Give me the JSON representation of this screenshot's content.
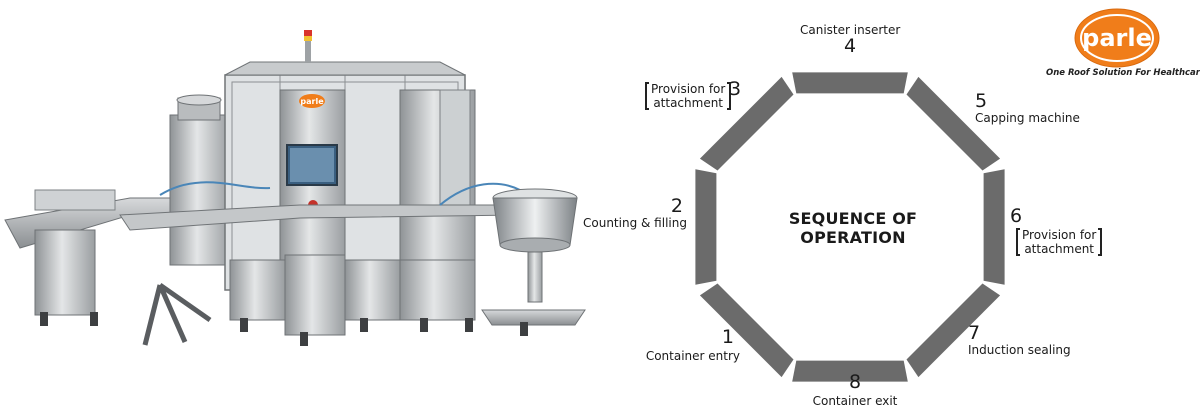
{
  "brand": {
    "logo_text": "parle",
    "tagline": "One Roof Solution For Healthcare",
    "accent_color": "#f07d1a"
  },
  "diagram": {
    "title": "SEQUENCE OF OPERATION",
    "octagon_color": "#6b6b6b",
    "steps": [
      {
        "number": "1",
        "label": "Container entry"
      },
      {
        "number": "2",
        "label": "Counting & filling"
      },
      {
        "number": "3",
        "label_line1": "Provision for",
        "label_line2": "attachment"
      },
      {
        "number": "4",
        "label": "Canister inserter"
      },
      {
        "number": "5",
        "label": "Capping machine"
      },
      {
        "number": "6",
        "label_line1": "Provision for",
        "label_line2": "attachment"
      },
      {
        "number": "7",
        "label": "Induction sealing"
      },
      {
        "number": "8",
        "label": "Container exit"
      }
    ]
  },
  "machine": {
    "badge_text": "parle"
  }
}
